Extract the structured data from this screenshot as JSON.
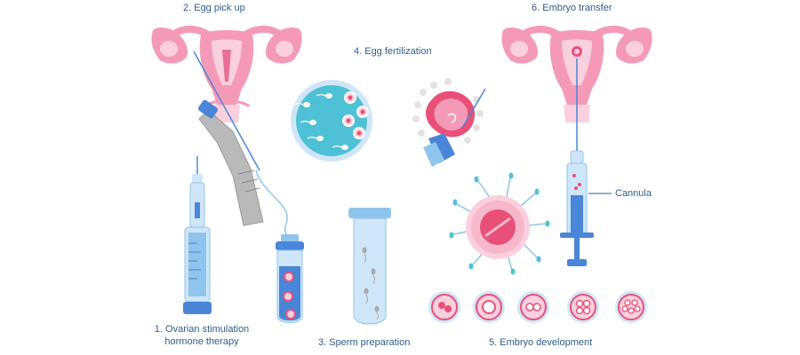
{
  "labels": {
    "step1_line1": "1. Ovarian stimulation",
    "step1_line2": "hormone therapy",
    "step2": "2. Egg pick up",
    "step3": "3. Sperm preparation",
    "step4": "4. Egg fertilization",
    "step5": "5. Embryo development",
    "step6": "6. Embryo transfer",
    "cannula": "Cannula"
  },
  "colors": {
    "label_text": "#2f5d8a",
    "uterus_pink": "#f59ab6",
    "uterus_light": "#fbd0de",
    "uterus_dark": "#e86f95",
    "cell_pink": "#f7b8cc",
    "cell_core": "#e8507a",
    "tube_blue": "#8fc4ec",
    "tube_light": "#cfe6f8",
    "dish_teal": "#4fc1d6",
    "syringe_blue": "#4a86d8",
    "instrument_gray": "#a9a9a9"
  },
  "icons": [
    "uterus-egg-pickup-icon",
    "uterus-embryo-transfer-icon",
    "hormone-syringe-icon",
    "transvaginal-probe-icon",
    "collection-tube-icon",
    "petri-dish-icon",
    "icsi-injection-icon",
    "sperm-tube-icon",
    "fertilized-egg-icon",
    "embryo-stage-icon",
    "transfer-syringe-icon"
  ]
}
